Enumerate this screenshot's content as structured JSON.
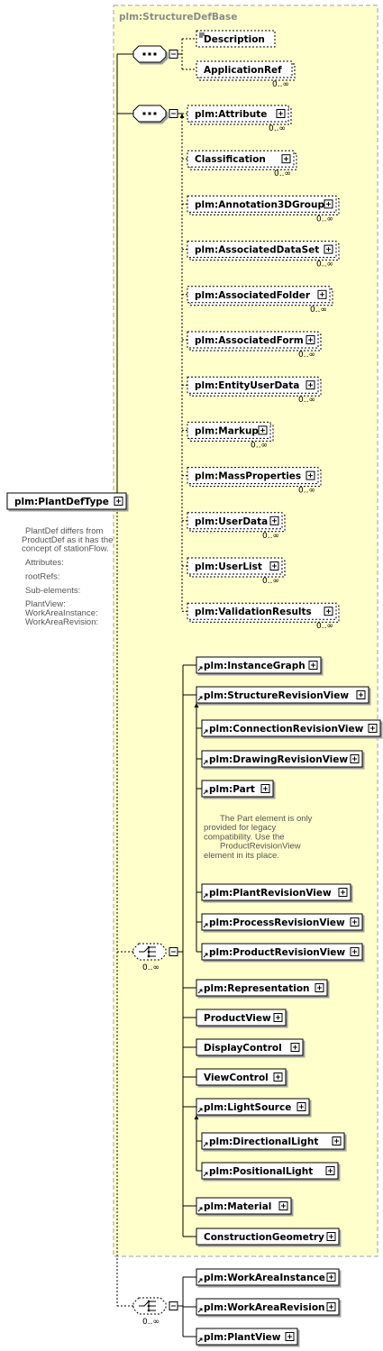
{
  "group_label": "plm:StructureDefBase",
  "root": {
    "label": "plm:PlantDefType"
  },
  "annotation_root": [
    "PlantDef differs from",
    "ProductDef as it has the",
    "concept of stationFlow.",
    "",
    "Attributes:",
    "",
    "rootRefs:",
    "",
    "Sub-elements:",
    "",
    "PlantView:",
    "WorkAreaInstance:",
    "WorkAreaRevision:"
  ],
  "seq1": {
    "items": [
      {
        "label": "Description",
        "optional": true,
        "expand": false,
        "card": ""
      },
      {
        "label": "ApplicationRef",
        "optional": true,
        "expand": false,
        "multi": true,
        "card": "0..∞"
      }
    ]
  },
  "seq2": {
    "items": [
      {
        "label": "plm:Attribute",
        "card": "0..∞"
      },
      {
        "label": "Classification",
        "card": "0..∞"
      },
      {
        "label": "plm:Annotation3DGroup",
        "card": "0..∞"
      },
      {
        "label": "plm:AssociatedDataSet",
        "card": "0..∞"
      },
      {
        "label": "plm:AssociatedFolder",
        "card": "0..∞"
      },
      {
        "label": "plm:AssociatedForm",
        "card": "0..∞"
      },
      {
        "label": "plm:EntityUserData",
        "card": "0..∞"
      },
      {
        "label": "plm:Markup",
        "card": "0..∞"
      },
      {
        "label": "plm:MassProperties",
        "card": "0..∞"
      },
      {
        "label": "plm:UserData",
        "card": "0..∞"
      },
      {
        "label": "plm:UserList",
        "card": "0..∞"
      },
      {
        "label": "plm:ValidationResults",
        "card": "0..∞"
      }
    ]
  },
  "choice1": {
    "card": "0..∞",
    "items": [
      {
        "label": "plm:InstanceGraph"
      },
      {
        "label": "plm:StructureRevisionView",
        "children": [
          {
            "label": "plm:ConnectionRevisionView"
          },
          {
            "label": "plm:DrawingRevisionView"
          },
          {
            "label": "plm:Part"
          },
          {
            "label": "plm:PlantRevisionView"
          },
          {
            "label": "plm:ProcessRevisionView"
          },
          {
            "label": "plm:ProductRevisionView"
          }
        ]
      },
      {
        "label": "plm:Representation"
      },
      {
        "label": "ProductView"
      },
      {
        "label": "DisplayControl"
      },
      {
        "label": "ViewControl"
      },
      {
        "label": "plm:LightSource",
        "children": [
          {
            "label": "plm:DirectionalLight"
          },
          {
            "label": "plm:PositionalLight"
          }
        ]
      },
      {
        "label": "plm:Material"
      },
      {
        "label": "ConstructionGeometry"
      }
    ]
  },
  "part_note": [
    "The Part element is only",
    "provided for legacy",
    "compatibility. Use the",
    "ProductRevisionView",
    "element in its place."
  ],
  "choice2": {
    "card": "0..∞",
    "items": [
      {
        "label": "plm:WorkAreaInstance"
      },
      {
        "label": "plm:WorkAreaRevision"
      },
      {
        "label": "plm:PlantView"
      }
    ]
  },
  "colors": {
    "group_fill": "#ffffcc",
    "group_border": "#a0a0a0",
    "annotation": "#555555"
  }
}
